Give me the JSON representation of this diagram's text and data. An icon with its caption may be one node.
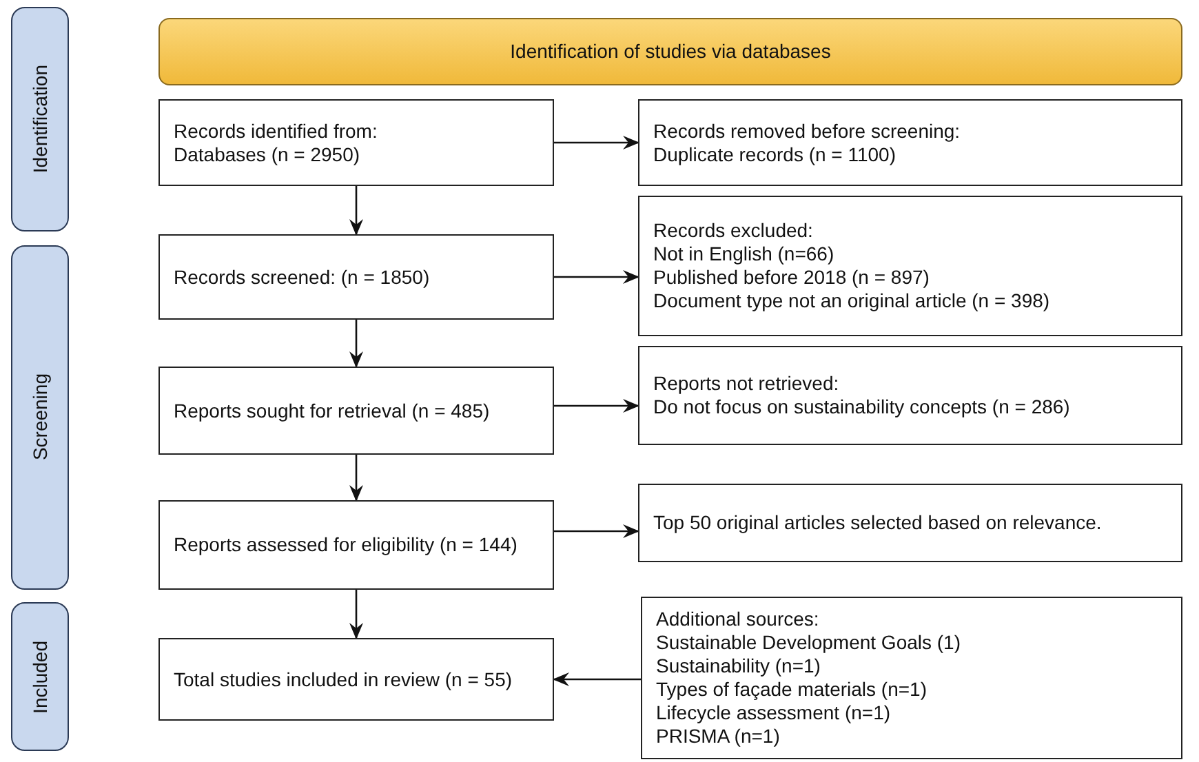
{
  "diagram": {
    "nodes": [
      {
        "text": [
          "Identification"
        ]
      },
      {
        "text": [
          "Screening"
        ]
      },
      {
        "text": [
          "Included"
        ]
      },
      {
        "text": [
          "Identification of studies via databases"
        ]
      },
      {
        "text": [
          "Records identified from:",
          "Databases (n = 2950)"
        ]
      },
      {
        "text": [
          "Records removed before screening:",
          "Duplicate records (n = 1100)"
        ]
      },
      {
        "text": [
          "Records screened: (n = 1850)"
        ]
      },
      {
        "text": [
          "Records excluded:",
          "Not in English (n=66)",
          "Published before 2018 (n = 897)",
          "Document type not an original article (n = 398)"
        ]
      },
      {
        "text": [
          "Reports sought for retrieval (n = 485)"
        ]
      },
      {
        "text": [
          "Reports not retrieved:",
          "Do not focus on sustainability concepts (n = 286)"
        ]
      },
      {
        "text": [
          "Reports assessed for eligibility (n = 144)"
        ]
      },
      {
        "text": [
          "Top 50 original articles selected based on relevance."
        ]
      },
      {
        "text": [
          "Total studies included in review (n = 55)"
        ]
      },
      {
        "text": [
          "Additional sources:",
          "Sustainable Development Goals (1)",
          "Sustainability (n=1)",
          "Types of façade materials (n=1)",
          "Lifecycle assessment (n=1)",
          "PRISMA (n=1)"
        ]
      }
    ],
    "edges": [
      {
        "from": 4,
        "to": 5,
        "arrow": "to"
      },
      {
        "from": 4,
        "to": 6,
        "arrow": "to"
      },
      {
        "from": 6,
        "to": 7,
        "arrow": "to"
      },
      {
        "from": 6,
        "to": 8,
        "arrow": "to"
      },
      {
        "from": 8,
        "to": 9,
        "arrow": "to"
      },
      {
        "from": 8,
        "to": 10,
        "arrow": "to"
      },
      {
        "from": 10,
        "to": 11,
        "arrow": "to"
      },
      {
        "from": 10,
        "to": 12,
        "arrow": "to"
      },
      {
        "from": 13,
        "to": 12,
        "arrow": "to"
      }
    ]
  }
}
